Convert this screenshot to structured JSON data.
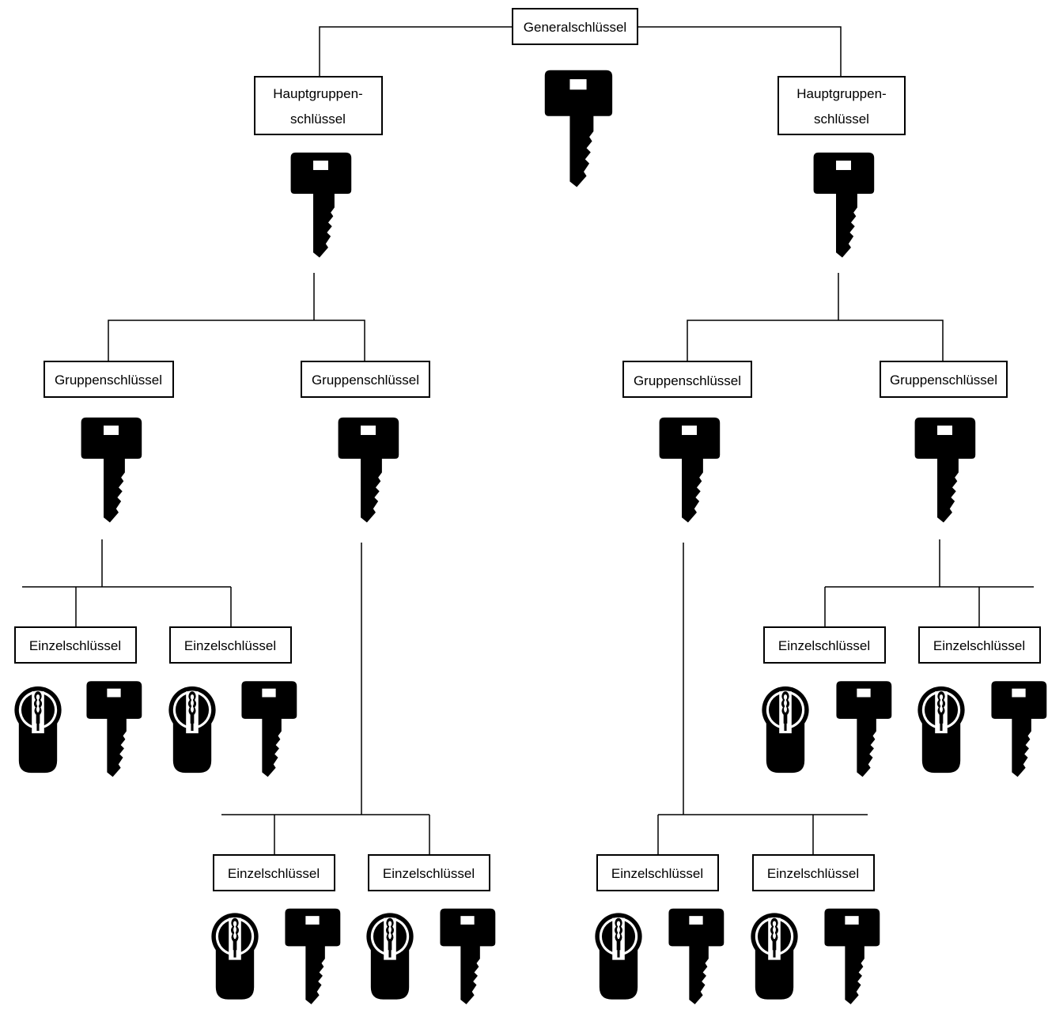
{
  "labels": {
    "general": "Generalschlüssel",
    "main_group_line1": "Hauptgruppen-",
    "main_group_line2": "schlüssel",
    "group": "Gruppenschlüssel",
    "single": "Einzelschlüssel"
  },
  "colors": {
    "line": "#000000",
    "box_border": "#000000",
    "icon": "#000000",
    "background": "#ffffff"
  },
  "icons": {
    "key": "key-icon",
    "cylinder": "lock-cylinder-icon"
  }
}
